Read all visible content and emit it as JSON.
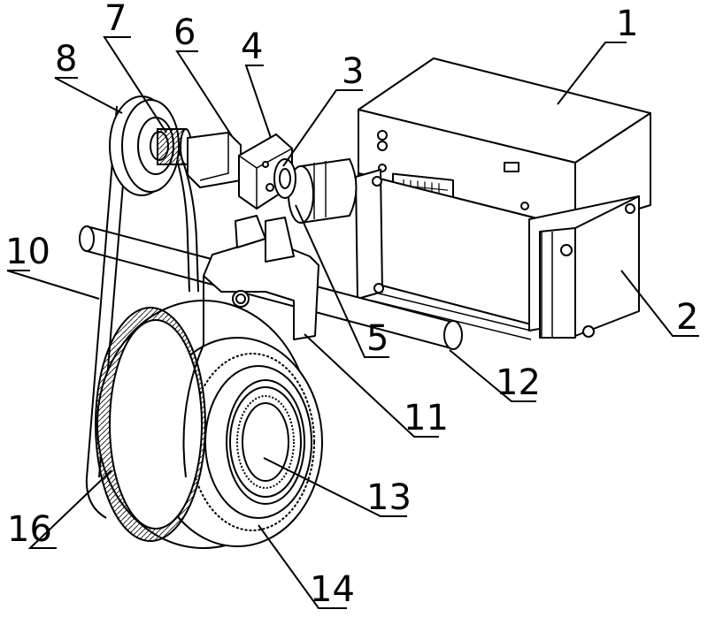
{
  "diagram": {
    "type": "patent-mechanical-assembly-drawing",
    "line_color": "#000000",
    "background": "#ffffff",
    "reference_numerals": [
      {
        "id": "n1",
        "label": "1"
      },
      {
        "id": "n2",
        "label": "2"
      },
      {
        "id": "n3",
        "label": "3"
      },
      {
        "id": "n4",
        "label": "4"
      },
      {
        "id": "n5",
        "label": "5"
      },
      {
        "id": "n6",
        "label": "6"
      },
      {
        "id": "n7",
        "label": "7"
      },
      {
        "id": "n8",
        "label": "8"
      },
      {
        "id": "n10",
        "label": "10"
      },
      {
        "id": "n11",
        "label": "11"
      },
      {
        "id": "n12",
        "label": "12"
      },
      {
        "id": "n13",
        "label": "13"
      },
      {
        "id": "n14",
        "label": "14"
      },
      {
        "id": "n16",
        "label": "16"
      }
    ]
  }
}
